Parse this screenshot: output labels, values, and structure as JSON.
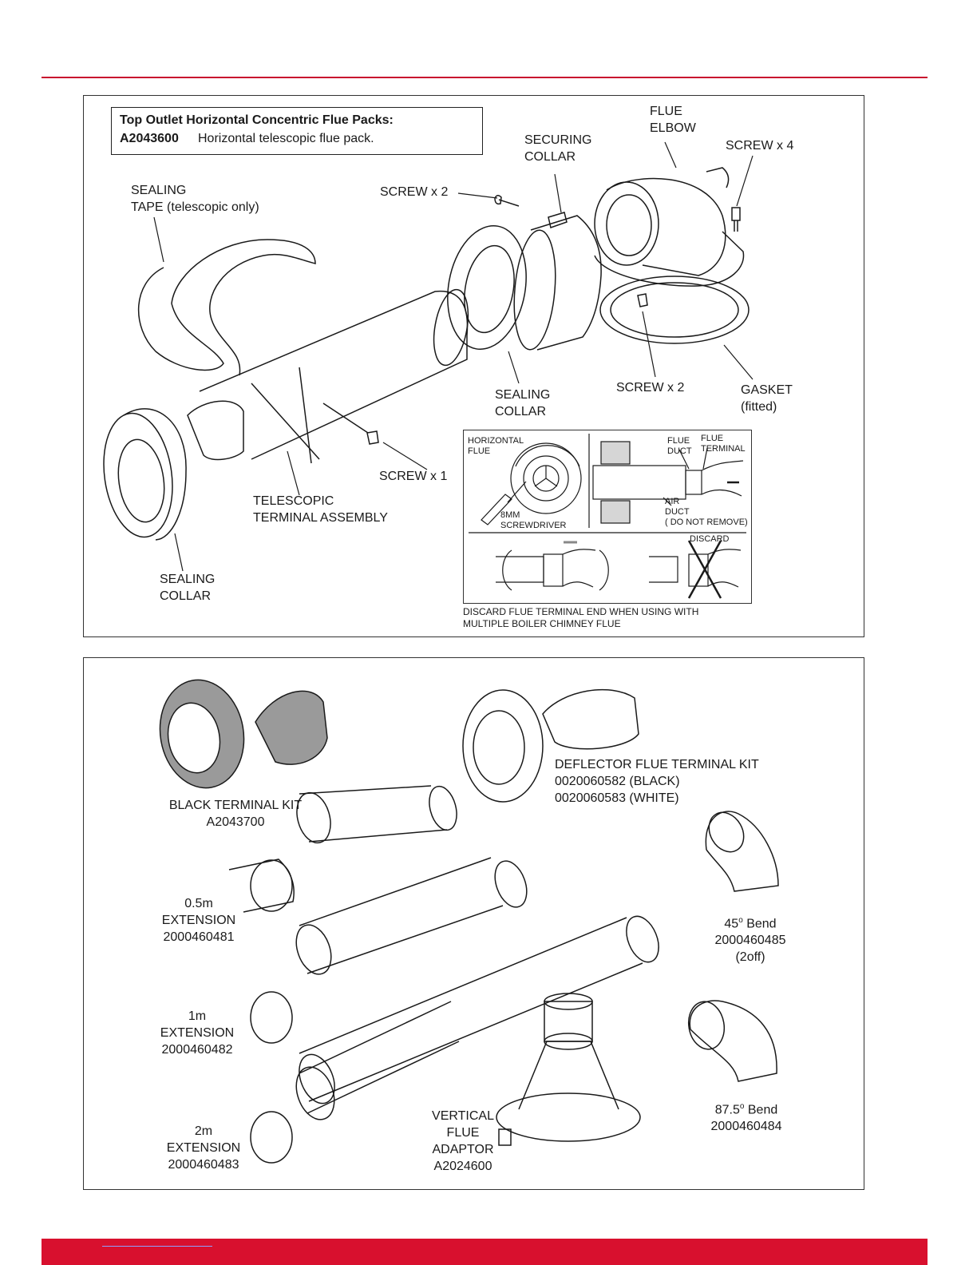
{
  "top_panel": {
    "pack_box": {
      "title": "Top Outlet Horizontal Concentric Flue Packs:",
      "code": "A2043600",
      "description": "Horizontal telescopic flue pack."
    },
    "labels": {
      "flue_elbow": "FLUE\nELBOW",
      "securing_collar": "SECURING\nCOLLAR",
      "screw_x4": "SCREW x 4",
      "sealing_tape": "SEALING\nTAPE (telescopic only)",
      "screw_x2_upper": "SCREW x 2",
      "sealing_collar_mid": "SEALING\nCOLLAR",
      "screw_x2_lower": "SCREW x 2",
      "gasket": "GASKET\n(fitted)",
      "screw_x1": "SCREW x 1",
      "telescopic": "TELESCOPIC\nTERMINAL ASSEMBLY",
      "sealing_collar_left": "SEALING\nCOLLAR"
    },
    "inset": {
      "horizontal_flue": "HORIZONTAL\nFLUE",
      "screwdriver": "8MM\nSCREWDRIVER",
      "flue_duct": "FLUE\nDUCT",
      "flue_terminal": "FLUE\nTERMINAL",
      "air_duct": "AIR\nDUCT\n( DO NOT REMOVE)",
      "discard": "DISCARD"
    },
    "discard_note": "DISCARD FLUE TERMINAL END WHEN USING WITH\nMULTIPLE BOILER CHIMNEY FLUE"
  },
  "bottom_panel": {
    "black_kit": "BLACK TERMINAL KIT\nA2043700",
    "deflector_kit": "DEFLECTOR FLUE TERMINAL KIT\n0020060582 (BLACK)\n0020060583 (WHITE)",
    "ext_05": "0.5m\nEXTENSION\n2000460481",
    "ext_1": "1m\nEXTENSION\n2000460482",
    "ext_2": "2m\nEXTENSION\n2000460483",
    "bend_45_prefix": "45",
    "bend_45_suffix": " Bend\n2000460485\n(2off)",
    "bend_87_prefix": "87.5",
    "bend_87_suffix": " Bend\n2000460484",
    "degree_symbol": "o",
    "vertical_adaptor": "VERTICAL\nFLUE\nADAPTOR\nA2024600"
  },
  "colors": {
    "brand_red": "#c8102e",
    "line": "#1a1a1a",
    "shade": "#9a9a9a",
    "light_shade": "#d6d6d6"
  }
}
